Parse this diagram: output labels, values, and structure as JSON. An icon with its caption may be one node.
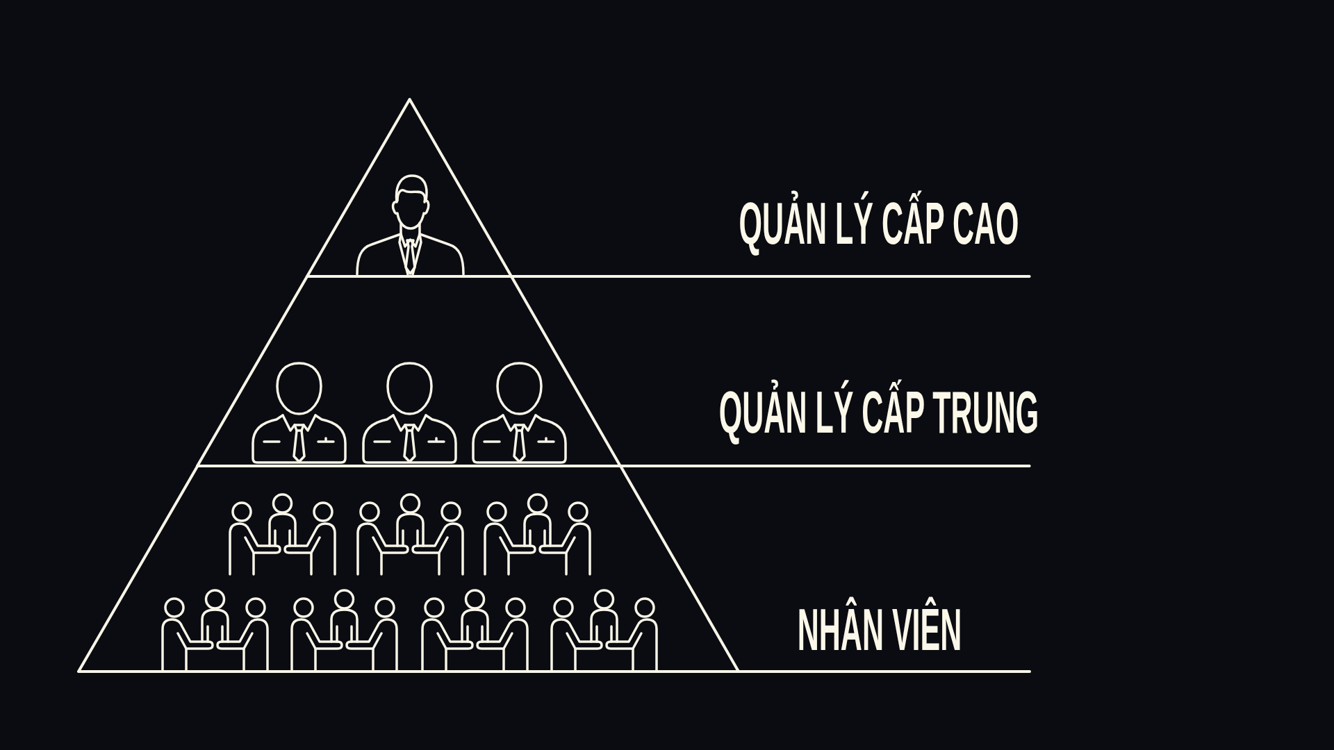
{
  "diagram": {
    "nodes": [
      {
        "text": [
          "QUẢN LÝ CẤP CAO"
        ]
      },
      {
        "text": [
          "QUẢN LÝ CẤP TRUNG"
        ]
      },
      {
        "text": [
          "NHÂN VIÊN"
        ]
      }
    ]
  }
}
